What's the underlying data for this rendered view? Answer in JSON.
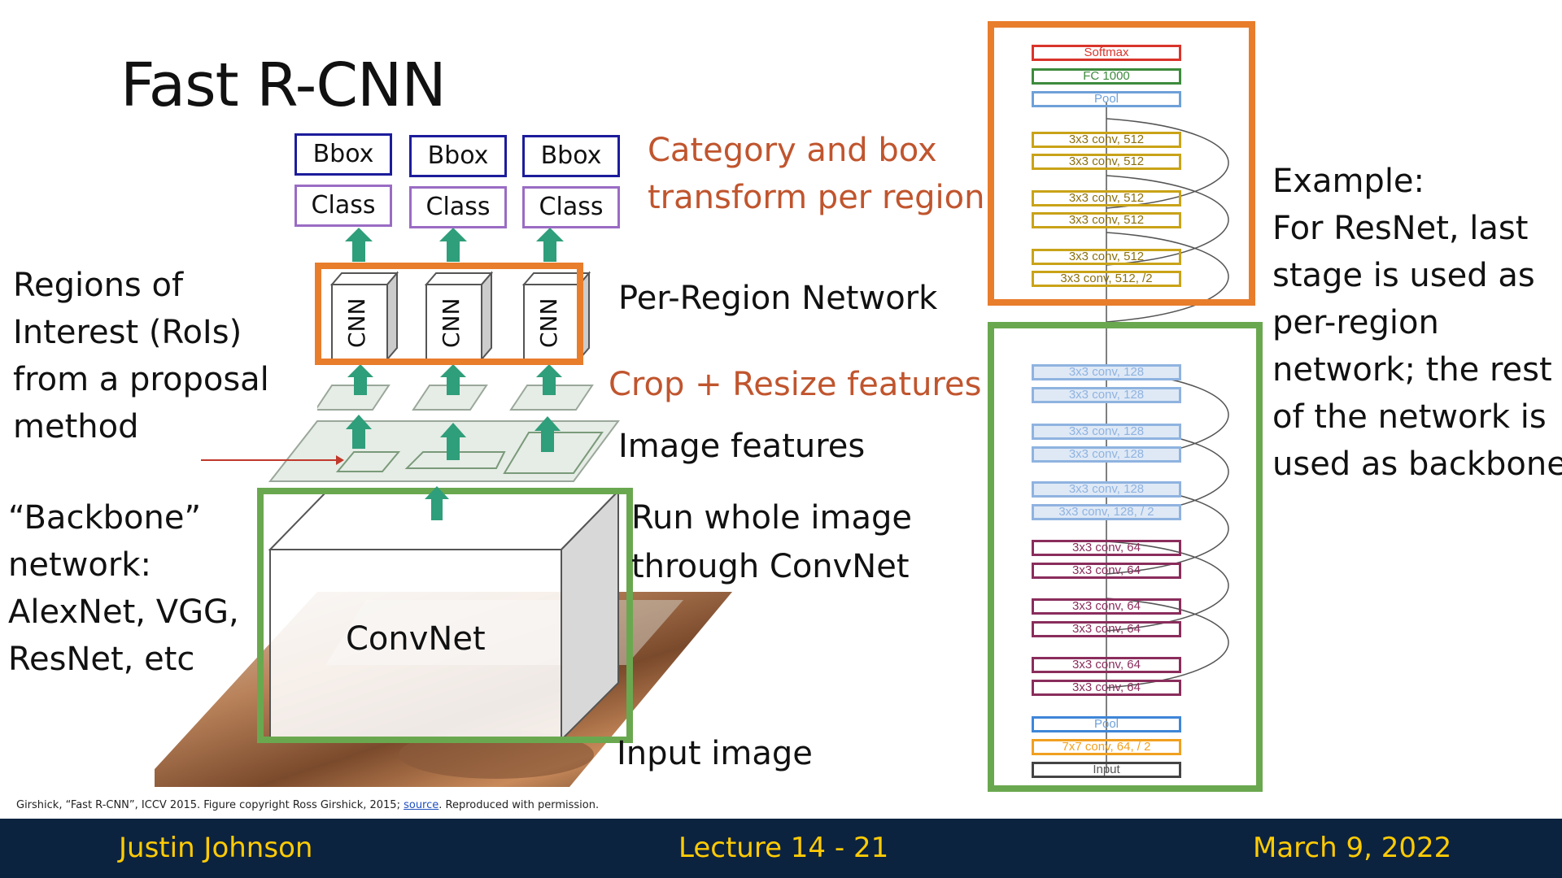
{
  "title": "Fast R-CNN",
  "heads": [
    {
      "bbox": "Bbox",
      "class": "Class"
    },
    {
      "bbox": "Bbox",
      "class": "Class"
    },
    {
      "bbox": "Bbox",
      "class": "Class"
    }
  ],
  "cnn_label": "CNN",
  "convnet_label": "ConvNet",
  "labels": {
    "category_box": [
      "Category and box",
      "transform per region"
    ],
    "per_region": "Per-Region Network",
    "crop_resize": "Crop + Resize features",
    "image_features": "Image features",
    "run_whole": [
      "Run whole image",
      "through ConvNet"
    ],
    "input_image": "Input image",
    "rois": [
      "Regions of",
      "Interest (RoIs)",
      "from a proposal",
      "method"
    ],
    "backbone": [
      "“Backbone”",
      "network:",
      "AlexNet, VGG,",
      "ResNet, etc"
    ],
    "example": [
      "Example:",
      "For ResNet, last",
      "stage is used as",
      "per-region",
      "network; the rest",
      "of the network is",
      "used as backbone"
    ]
  },
  "resnet_layers": [
    {
      "text": "Softmax",
      "kind": "softmax"
    },
    {
      "text": "FC 1000",
      "kind": "fc"
    },
    {
      "text": "Pool",
      "kind": "pool"
    },
    {
      "text": "3x3 conv, 512",
      "kind": "c512"
    },
    {
      "text": "3x3 conv, 512",
      "kind": "c512"
    },
    {
      "text": "3x3 conv, 512",
      "kind": "c512"
    },
    {
      "text": "3x3 conv, 512",
      "kind": "c512"
    },
    {
      "text": "3x3 conv, 512",
      "kind": "c512"
    },
    {
      "text": "3x3 conv, 512, /2",
      "kind": "c512"
    },
    {
      "text": "3x3 conv, 128",
      "kind": "c128"
    },
    {
      "text": "3x3 conv, 128",
      "kind": "c128"
    },
    {
      "text": "3x3 conv, 128",
      "kind": "c128"
    },
    {
      "text": "3x3 conv, 128",
      "kind": "c128"
    },
    {
      "text": "3x3 conv, 128",
      "kind": "c128"
    },
    {
      "text": "3x3 conv, 128, / 2",
      "kind": "c128"
    },
    {
      "text": "3x3 conv, 64",
      "kind": "c64"
    },
    {
      "text": "3x3 conv, 64",
      "kind": "c64"
    },
    {
      "text": "3x3 conv, 64",
      "kind": "c64"
    },
    {
      "text": "3x3 conv, 64",
      "kind": "c64"
    },
    {
      "text": "3x3 conv, 64",
      "kind": "c64"
    },
    {
      "text": "3x3 conv, 64",
      "kind": "c64"
    },
    {
      "text": "Pool",
      "kind": "pool"
    },
    {
      "text": "7x7 conv, 64, / 2",
      "kind": "c7"
    },
    {
      "text": "Input",
      "kind": "input"
    }
  ],
  "citation": {
    "text": "Girshick, “Fast R-CNN”, ICCV 2015. Figure copyright Ross Girshick, 2015; ",
    "link": "source",
    "suffix": ". Reproduced with permission."
  },
  "footer": {
    "author": "Justin Johnson",
    "lecture": "Lecture 14 -  21",
    "date": "March 9, 2022"
  },
  "colors": {
    "orange": "#e87d2c",
    "green": "#6aa84f",
    "arrow": "#2f9e7a",
    "footer_bg": "#0c2340",
    "footer_text": "#ffcb05"
  }
}
